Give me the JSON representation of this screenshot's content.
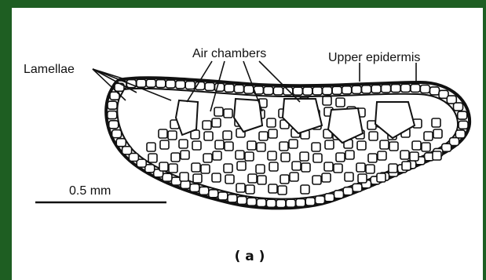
{
  "labels": {
    "lamellae": "Lamellae",
    "air_chambers": "Air chambers",
    "upper_epidermis": "Upper epidermis"
  },
  "scale_bar": {
    "label": "0.5 mm"
  },
  "caption": "( a )",
  "colors": {
    "frame": "#1e5e22",
    "background": "#ffffff",
    "ink": "#111111"
  }
}
